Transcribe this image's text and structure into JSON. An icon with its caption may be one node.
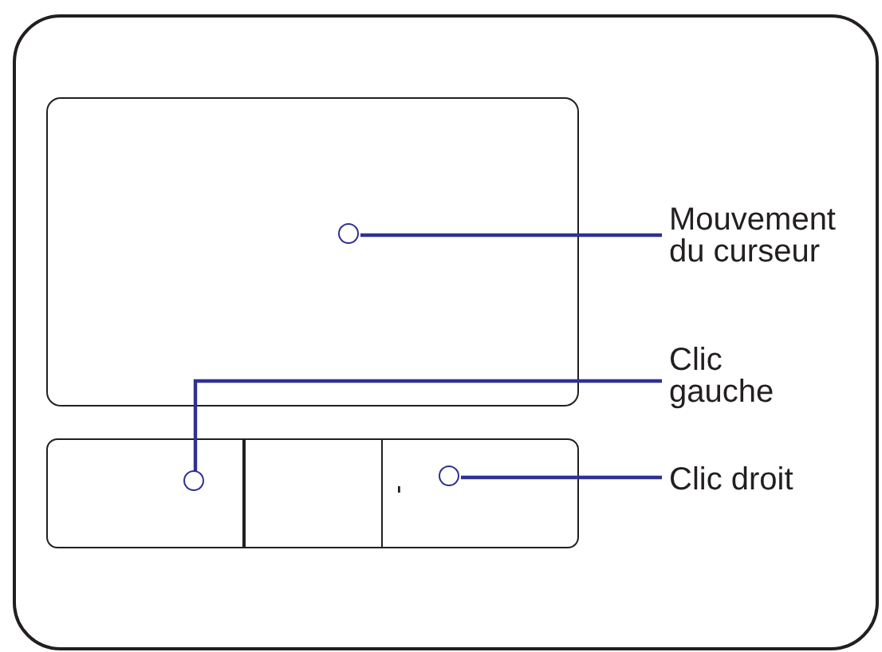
{
  "diagram": {
    "nodes": [
      {
        "text": [],
        "shape": "box"
      },
      {
        "text": [],
        "shape": "box",
        "in": 0
      },
      {
        "text": [],
        "shape": "circle",
        "in": 1
      },
      {
        "text": [
          "Mouvement du curseur"
        ],
        "in": 0
      },
      {
        "text": [
          "Clic gauche"
        ],
        "in": 0
      },
      {
        "text": [],
        "shape": "box",
        "in": 0
      },
      {
        "text": [],
        "shape": "circle",
        "in": 5
      },
      {
        "text": [],
        "shape": "box",
        "in": 0
      },
      {
        "text": [],
        "shape": "box",
        "in": 0
      },
      {
        "text": [],
        "shape": "circle",
        "in": 8
      },
      {
        "text": [
          "Clic droit"
        ],
        "in": 0
      }
    ],
    "edges": [
      {
        "from": 3,
        "to": 2,
        "arrow": "none"
      },
      {
        "from": 4,
        "to": 6,
        "arrow": "none"
      },
      {
        "from": 10,
        "to": 9,
        "arrow": "none"
      }
    ]
  }
}
